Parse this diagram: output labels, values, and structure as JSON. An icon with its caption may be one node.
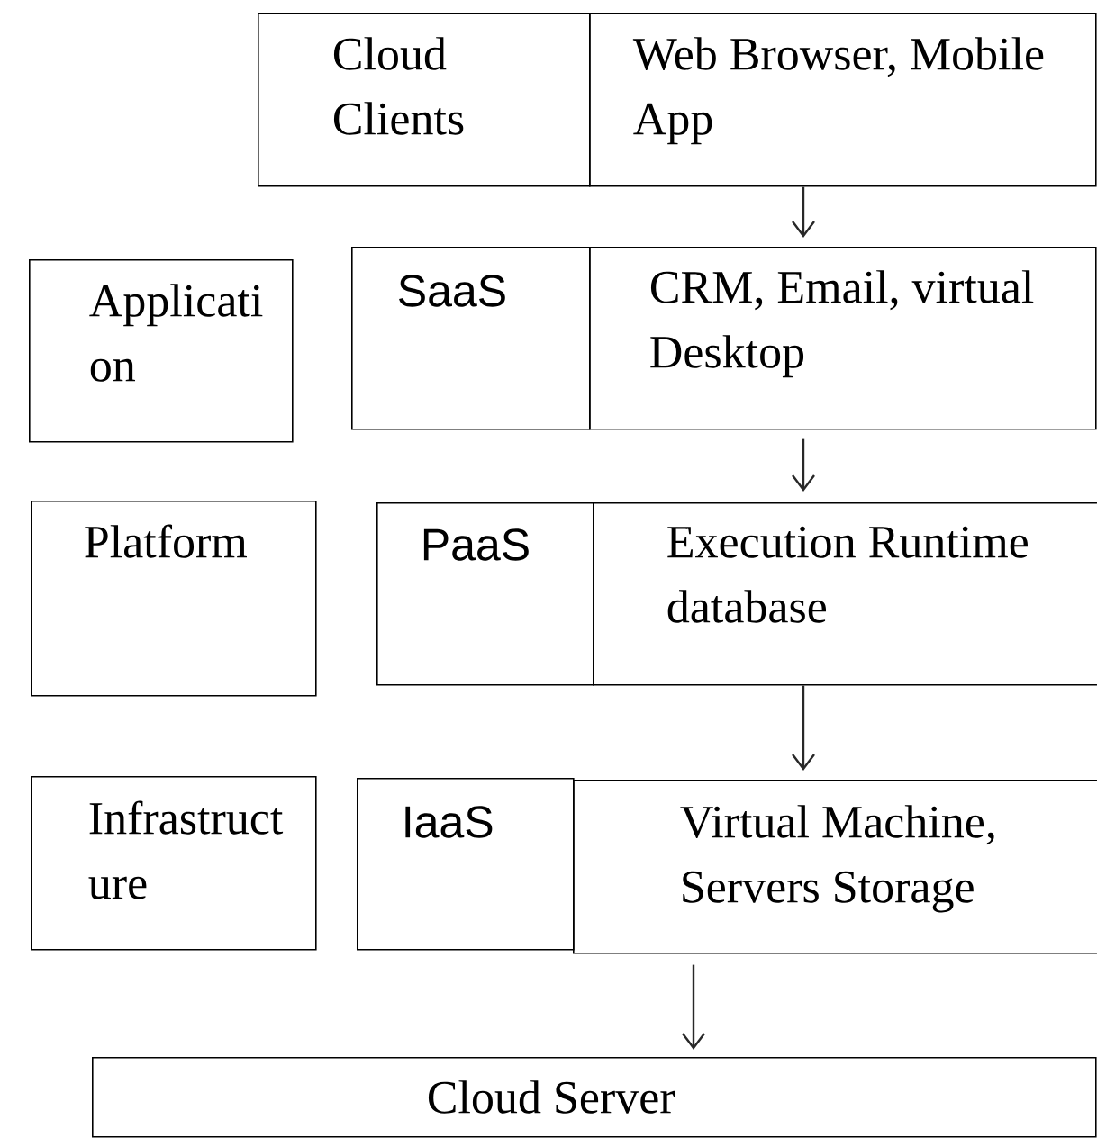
{
  "diagram": {
    "nodes": [
      {
        "text": [
          "Cloud Clients"
        ]
      },
      {
        "text": [
          "Web Browser, Mobile App"
        ]
      },
      {
        "text": [
          "Applicati on"
        ]
      },
      {
        "text": [
          "SaaS"
        ]
      },
      {
        "text": [
          "CRM, Email, virtual Desktop"
        ]
      },
      {
        "text": [
          "Platform"
        ]
      },
      {
        "text": [
          "PaaS"
        ]
      },
      {
        "text": [
          "Execution Runtime database"
        ]
      },
      {
        "text": [
          "Infrastruct ure"
        ]
      },
      {
        "text": [
          "IaaS"
        ]
      },
      {
        "text": [
          "Virtual Machine, Servers Storage"
        ]
      },
      {
        "text": [
          "Cloud Server"
        ]
      }
    ],
    "edges": [
      {
        "from": 1,
        "to": 4,
        "arrow": "to"
      },
      {
        "from": 4,
        "to": 7,
        "arrow": "to"
      },
      {
        "from": 7,
        "to": 10,
        "arrow": "to"
      },
      {
        "from": 10,
        "to": 11,
        "arrow": "to"
      }
    ]
  }
}
